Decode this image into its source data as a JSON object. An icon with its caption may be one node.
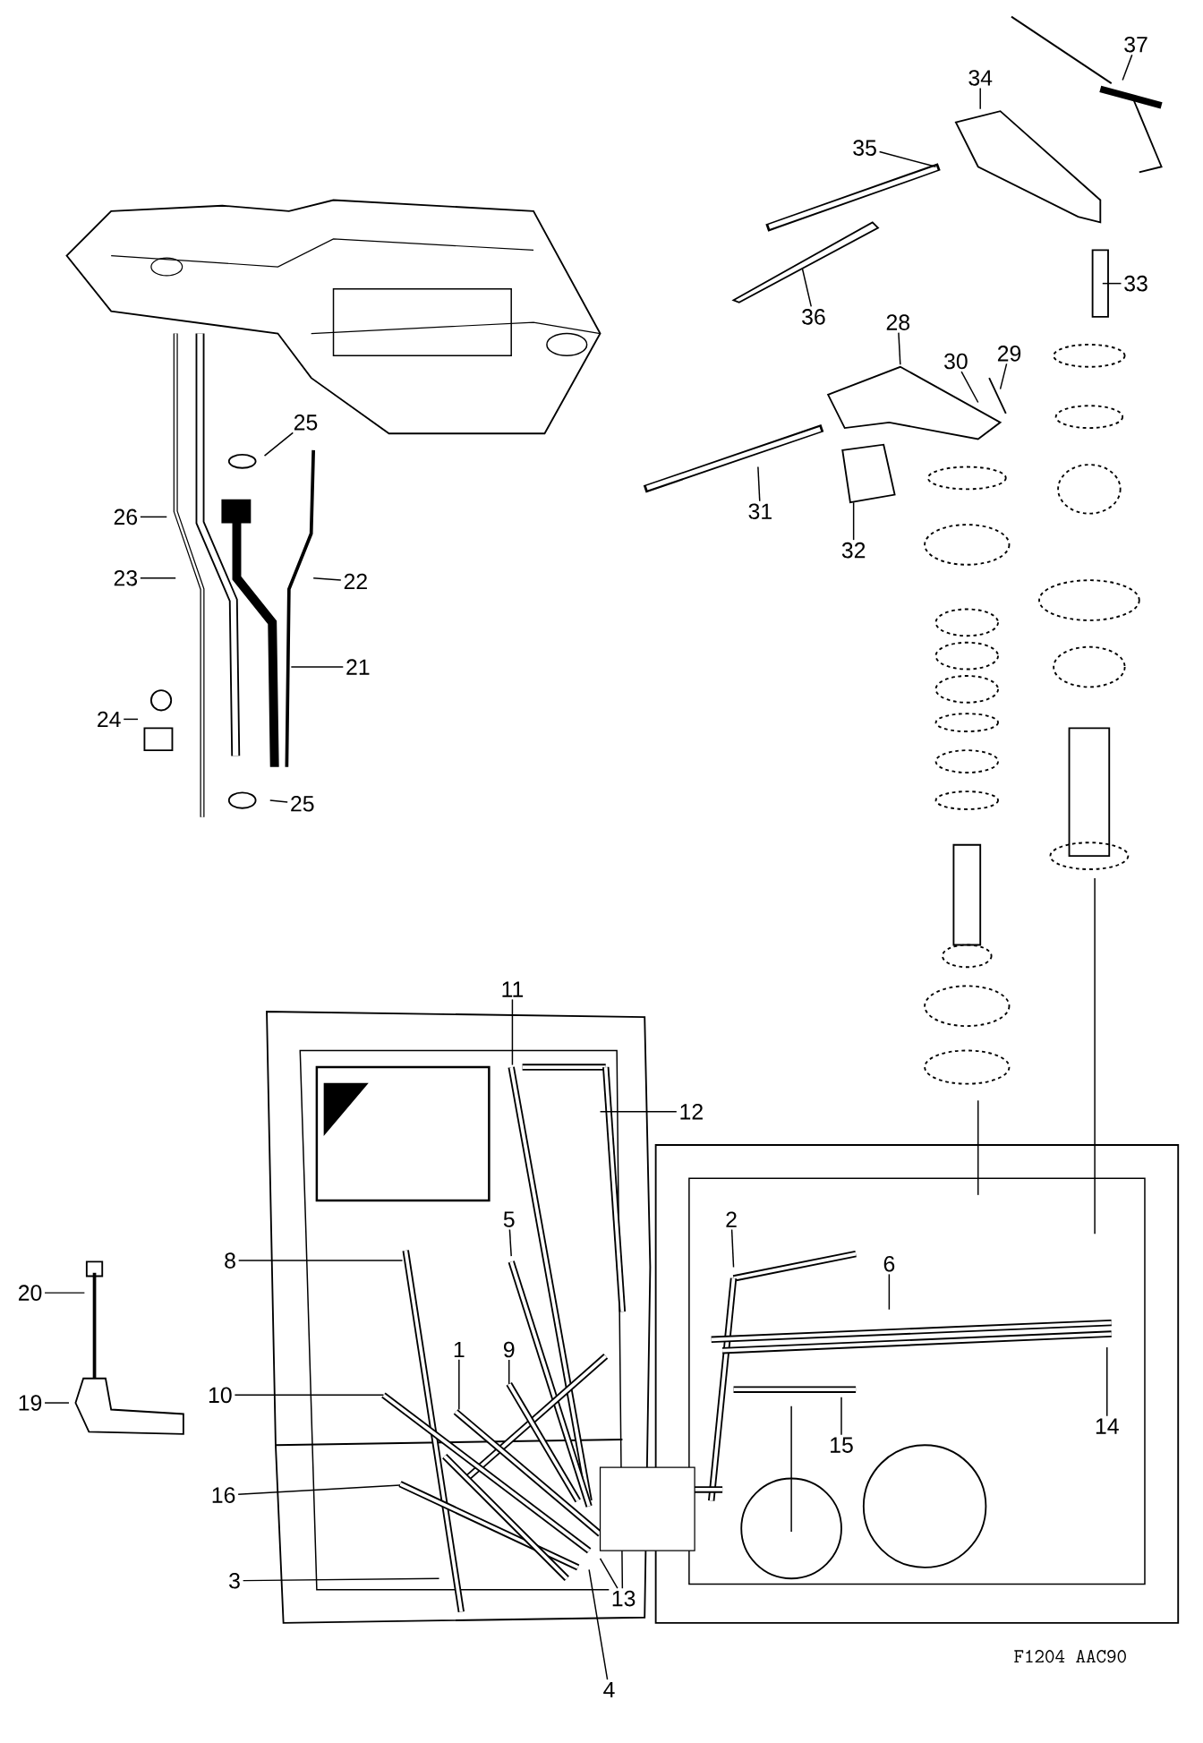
{
  "diagram": {
    "nodes": [
      {
        "text": [
          "37"
        ]
      },
      {
        "text": [
          "34"
        ]
      },
      {
        "text": [
          "35"
        ]
      },
      {
        "text": [
          "36"
        ]
      },
      {
        "text": [
          "33"
        ]
      },
      {
        "text": [
          "28"
        ]
      },
      {
        "text": [
          "30"
        ]
      },
      {
        "text": [
          "29"
        ]
      },
      {
        "text": [
          "31"
        ]
      },
      {
        "text": [
          "32"
        ]
      },
      {
        "text": [
          "25"
        ]
      },
      {
        "text": [
          "26"
        ]
      },
      {
        "text": [
          "23"
        ]
      },
      {
        "text": [
          "22"
        ]
      },
      {
        "text": [
          "21"
        ]
      },
      {
        "text": [
          "24"
        ]
      },
      {
        "text": [
          "25"
        ]
      },
      {
        "text": [
          "11"
        ]
      },
      {
        "text": [
          "12"
        ]
      },
      {
        "text": [
          "5"
        ]
      },
      {
        "text": [
          "2"
        ]
      },
      {
        "text": [
          "8"
        ]
      },
      {
        "text": [
          "6"
        ]
      },
      {
        "text": [
          "20"
        ]
      },
      {
        "text": [
          "1"
        ]
      },
      {
        "text": [
          "9"
        ]
      },
      {
        "text": [
          "14"
        ]
      },
      {
        "text": [
          "19"
        ]
      },
      {
        "text": [
          "10"
        ]
      },
      {
        "text": [
          "15"
        ]
      },
      {
        "text": [
          "16"
        ]
      },
      {
        "text": [
          "3"
        ]
      },
      {
        "text": [
          "13"
        ]
      },
      {
        "text": [
          "4"
        ]
      }
    ],
    "edges": [
      {
        "from": 0,
        "to": null,
        "arrow": "none"
      },
      {
        "from": 1,
        "to": null,
        "arrow": "none"
      },
      {
        "from": 2,
        "to": null,
        "arrow": "none"
      },
      {
        "from": 3,
        "to": null,
        "arrow": "none"
      },
      {
        "from": 4,
        "to": null,
        "arrow": "none"
      },
      {
        "from": 5,
        "to": null,
        "arrow": "none"
      },
      {
        "from": 6,
        "to": null,
        "arrow": "none"
      },
      {
        "from": 7,
        "to": null,
        "arrow": "none"
      },
      {
        "from": 8,
        "to": null,
        "arrow": "none"
      },
      {
        "from": 9,
        "to": null,
        "arrow": "none"
      },
      {
        "from": 10,
        "to": null,
        "arrow": "none"
      },
      {
        "from": 11,
        "to": null,
        "arrow": "none"
      },
      {
        "from": 12,
        "to": null,
        "arrow": "none"
      },
      {
        "from": 13,
        "to": null,
        "arrow": "none"
      },
      {
        "from": 14,
        "to": null,
        "arrow": "none"
      },
      {
        "from": 15,
        "to": null,
        "arrow": "none"
      },
      {
        "from": 16,
        "to": null,
        "arrow": "none"
      },
      {
        "from": 17,
        "to": null,
        "arrow": "none"
      },
      {
        "from": 18,
        "to": null,
        "arrow": "none"
      },
      {
        "from": 19,
        "to": null,
        "arrow": "none"
      },
      {
        "from": 20,
        "to": null,
        "arrow": "none"
      },
      {
        "from": 21,
        "to": null,
        "arrow": "none"
      },
      {
        "from": 22,
        "to": null,
        "arrow": "none"
      },
      {
        "from": 23,
        "to": null,
        "arrow": "none"
      },
      {
        "from": 24,
        "to": null,
        "arrow": "none"
      },
      {
        "from": 25,
        "to": null,
        "arrow": "none"
      },
      {
        "from": 26,
        "to": null,
        "arrow": "none"
      },
      {
        "from": 27,
        "to": null,
        "arrow": "none"
      },
      {
        "from": 28,
        "to": null,
        "arrow": "none"
      },
      {
        "from": 29,
        "to": null,
        "arrow": "none"
      },
      {
        "from": 30,
        "to": null,
        "arrow": "none"
      },
      {
        "from": 31,
        "to": null,
        "arrow": "none"
      },
      {
        "from": 32,
        "to": null,
        "arrow": "none"
      },
      {
        "from": 33,
        "to": null,
        "arrow": "none"
      }
    ],
    "labels": [
      "F1204 AAC90"
    ]
  }
}
